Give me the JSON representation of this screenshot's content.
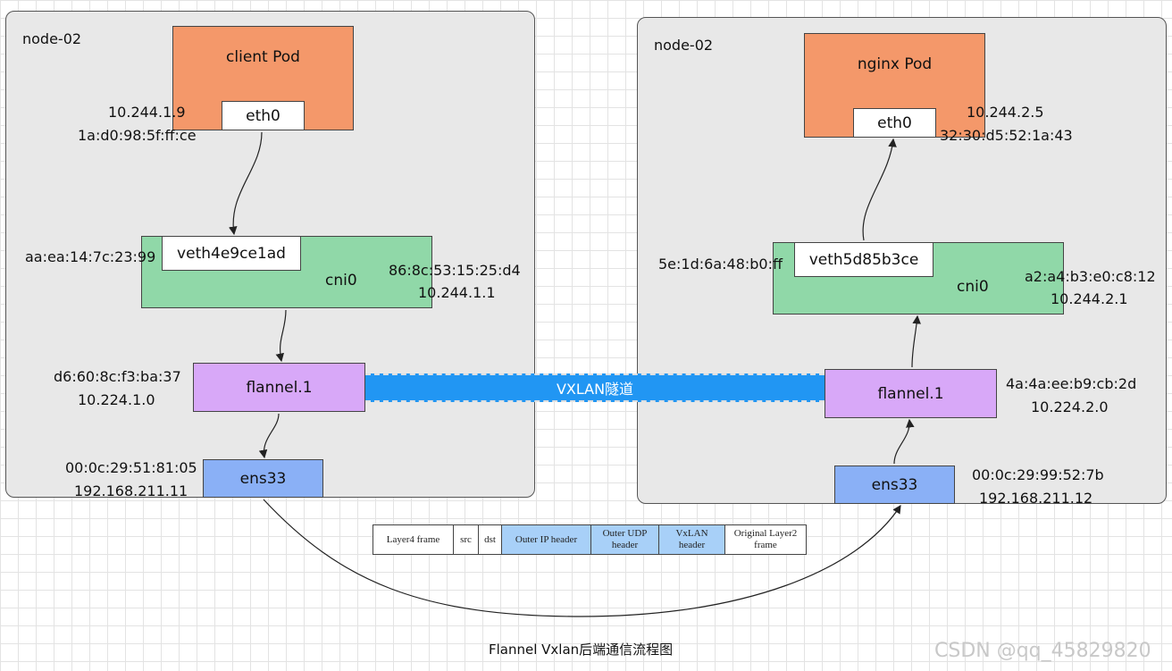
{
  "left_node": {
    "title": "node-02",
    "pod": {
      "name": "client Pod",
      "eth": "eth0",
      "ip": "10.244.1.9",
      "mac": "1a:d0:98:5f:ff:ce"
    },
    "cni": {
      "name": "cni0",
      "veth": "veth4e9ce1ad",
      "veth_mac": "aa:ea:14:7c:23:99",
      "mac": "86:8c:53:15:25:d4",
      "ip": "10.244.1.1"
    },
    "flannel": {
      "name": "flannel.1",
      "mac": "d6:60:8c:f3:ba:37",
      "ip": "10.224.1.0"
    },
    "ens": {
      "name": "ens33",
      "mac": "00:0c:29:51:81:05",
      "ip": "192.168.211.11"
    }
  },
  "right_node": {
    "title": "node-02",
    "pod": {
      "name": "nginx Pod",
      "eth": "eth0",
      "ip": "10.244.2.5",
      "mac": "32:30:d5:52:1a:43"
    },
    "cni": {
      "name": "cni0",
      "veth": "veth5d85b3ce",
      "veth_mac": "5e:1d:6a:48:b0:ff",
      "mac": "a2:a4:b3:e0:c8:12",
      "ip": "10.244.2.1"
    },
    "flannel": {
      "name": "flannel.1",
      "mac": "4a:4a:ee:b9:cb:2d",
      "ip": "10.224.2.0"
    },
    "ens": {
      "name": "ens33",
      "mac": "00:0c:29:99:52:7b",
      "ip": "192.168.211.12"
    }
  },
  "tunnel_label": "VXLAN隧道",
  "packet_header": [
    {
      "label": "Layer4 frame",
      "highlight": false
    },
    {
      "label": "src",
      "highlight": false
    },
    {
      "label": "dst",
      "highlight": false
    },
    {
      "label": "Outer IP header",
      "highlight": true
    },
    {
      "label": "Outer UDP header",
      "highlight": true
    },
    {
      "label": "VxLAN header",
      "highlight": true
    },
    {
      "label": "Original Layer2 frame",
      "highlight": false
    }
  ],
  "caption": "Flannel Vxlan后端通信流程图",
  "watermark": "CSDN @qq_45829820",
  "colors": {
    "pod": "#f4986a",
    "cni": "#90d8a8",
    "flannel": "#d8a8f8",
    "ens": "#8ab0f6",
    "tunnel": "#2196f3",
    "header_highlight": "#a8d0f8"
  }
}
